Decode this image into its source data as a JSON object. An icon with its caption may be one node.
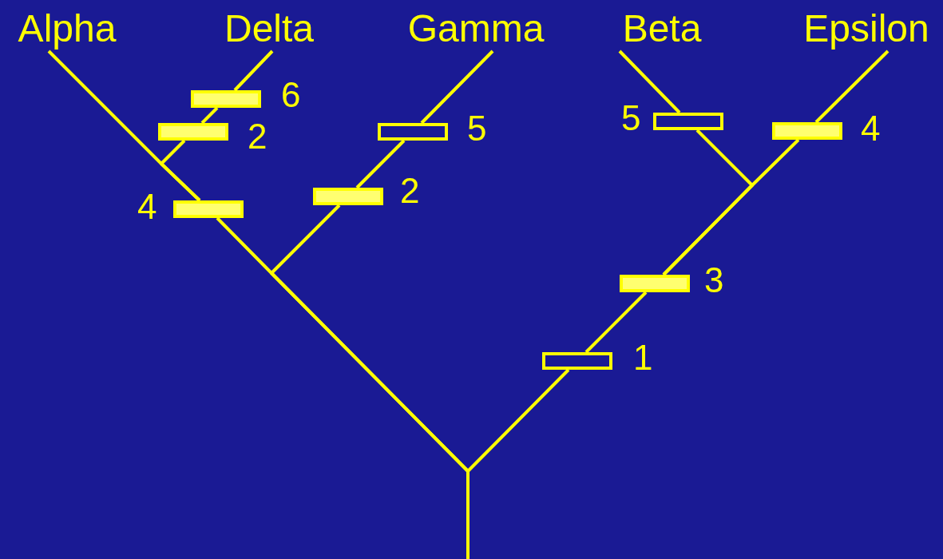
{
  "diagram": {
    "nodes": [
      {
        "text": [
          "Alpha"
        ]
      },
      {
        "text": [
          "Delta"
        ]
      },
      {
        "text": [
          "Gamma"
        ]
      },
      {
        "text": [
          "Beta"
        ]
      },
      {
        "text": [
          "Epsilon"
        ]
      },
      {
        "text": [],
        "shape": "bar",
        "beside": [
          "6"
        ]
      },
      {
        "text": [],
        "shape": "bar",
        "beside": [
          "2"
        ]
      },
      {
        "text": [],
        "shape": "box",
        "beside": [
          "5"
        ]
      },
      {
        "text": [],
        "shape": "box",
        "beside": [
          "5"
        ]
      },
      {
        "text": [],
        "shape": "bar",
        "beside": [
          "4"
        ]
      },
      {
        "text": [],
        "shape": "bar",
        "beside": [
          "4"
        ]
      },
      {
        "text": [],
        "shape": "bar",
        "beside": [
          "2"
        ]
      },
      {
        "text": [],
        "shape": "bar",
        "beside": [
          "3"
        ]
      },
      {
        "text": [],
        "shape": "box",
        "beside": [
          "1"
        ]
      }
    ],
    "edges": [
      {
        "from": null,
        "to": 10,
        "arrow": "none"
      },
      {
        "from": null,
        "to": 11,
        "arrow": "none"
      },
      {
        "from": null,
        "to": 13,
        "arrow": "none"
      },
      {
        "from": 10,
        "to": 0,
        "arrow": "none"
      },
      {
        "from": 10,
        "to": 6,
        "arrow": "none"
      },
      {
        "from": 6,
        "to": 5,
        "arrow": "none"
      },
      {
        "from": 5,
        "to": 1,
        "arrow": "none"
      },
      {
        "from": 11,
        "to": 7,
        "arrow": "none"
      },
      {
        "from": 7,
        "to": 2,
        "arrow": "none"
      },
      {
        "from": 13,
        "to": 12,
        "arrow": "none"
      },
      {
        "from": 12,
        "to": 8,
        "arrow": "none"
      },
      {
        "from": 12,
        "to": 9,
        "arrow": "none"
      },
      {
        "from": 8,
        "to": 3,
        "arrow": "none"
      },
      {
        "from": 9,
        "to": 4,
        "arrow": "none"
      }
    ]
  }
}
